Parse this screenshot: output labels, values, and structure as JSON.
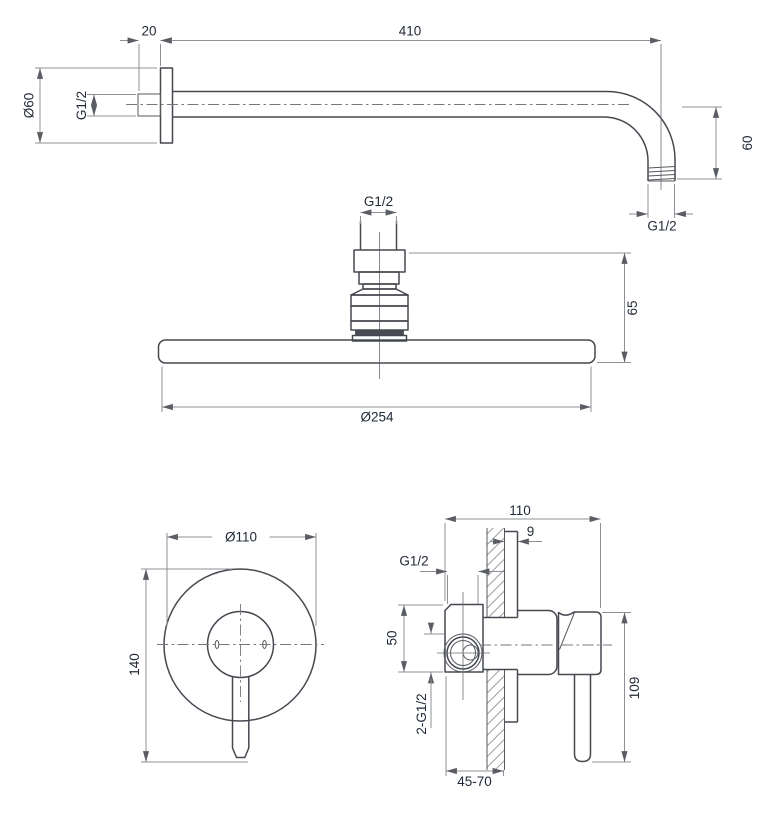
{
  "drawing": {
    "arm": {
      "offset_top": "20",
      "length": "410",
      "flange_diameter": "Ø60",
      "inlet_thread": "G1/2",
      "drop_height": "60",
      "outlet_thread": "G1/2"
    },
    "head": {
      "inlet_thread": "G1/2",
      "connector_height": "65",
      "diameter": "Ø254"
    },
    "mixer_front": {
      "plate_diameter": "Ø110",
      "overall_height": "140"
    },
    "mixer_side": {
      "overall_depth": "110",
      "plate_thickness": "9",
      "top_thread": "G1/2",
      "body_height": "50",
      "inlet_threads": "2-G1/2",
      "wall_depth_range": "45-70",
      "handle_drop": "109"
    }
  }
}
